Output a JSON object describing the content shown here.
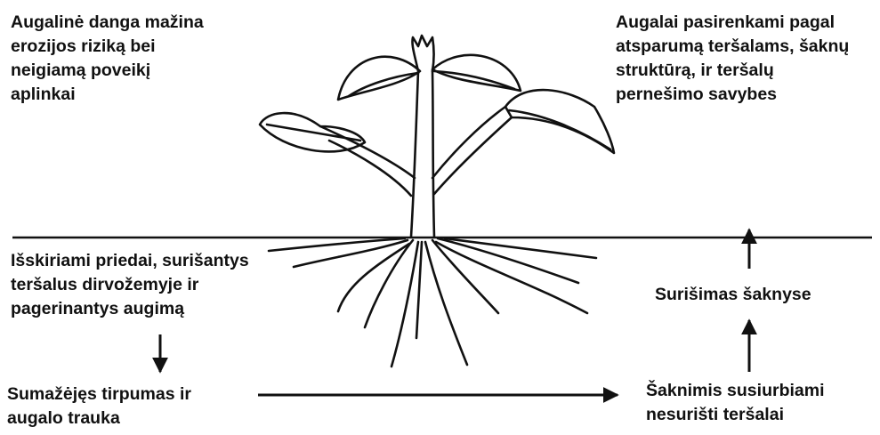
{
  "labels": {
    "top_left": [
      "Augalinė danga mažina",
      "erozijos riziką bei",
      "neigiamą poveikį",
      "aplinkai"
    ],
    "top_right": [
      "Augalai pasirenkami pagal",
      "atsparumą teršalams, šaknų",
      "struktūrą, ir teršalų",
      "pernešimo savybes"
    ],
    "mid_left": [
      "Išskiriami priedai, surišantys",
      "teršalus dirvožemyje ir",
      "pagerinantys augimą"
    ],
    "root_binding": [
      "Surišimas šaknyse"
    ],
    "bottom_left": [
      "Sumažėjęs tirpumas ir",
      "augalo trauka"
    ],
    "bottom_right": [
      "Šaknimis susiurbiami",
      "nesurišti teršalai"
    ]
  },
  "colors": {
    "ink": "#111111",
    "background": "#ffffff"
  }
}
